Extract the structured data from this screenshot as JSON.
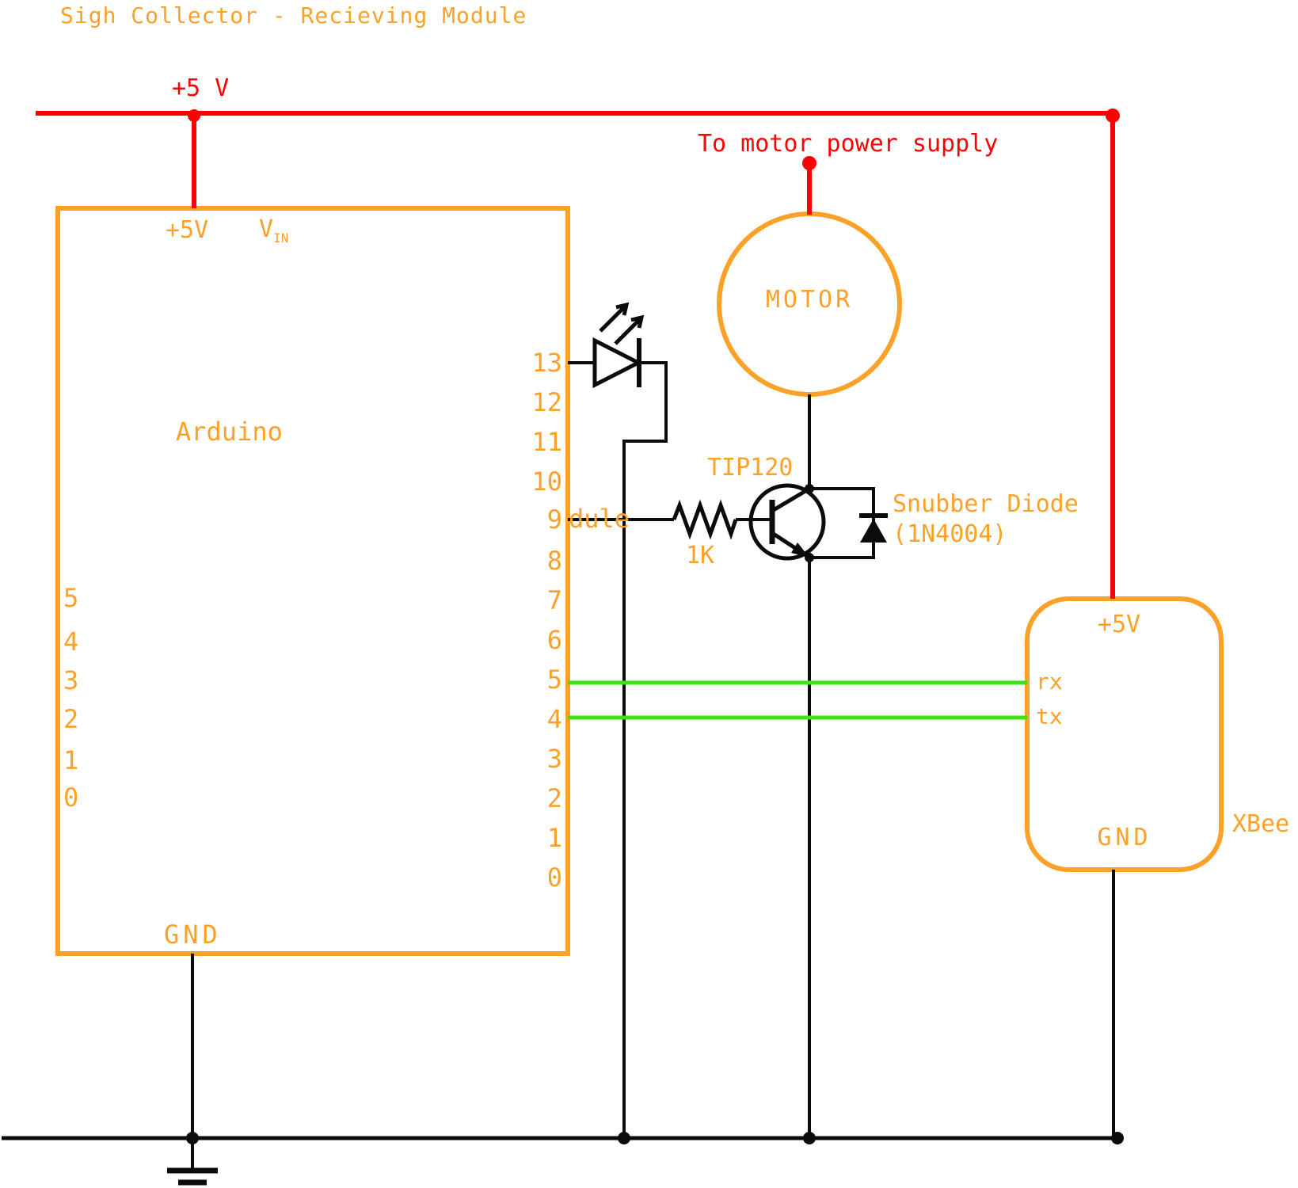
{
  "title": "Sigh Collector - Recieving Module",
  "colors": {
    "component_orange": "#FCA127",
    "power_red": "#FF0000",
    "serial_green": "#3CE211",
    "wire_black": "#0B0B0B",
    "background": "#FFFFFF"
  },
  "power": {
    "rail_label": "+5 V",
    "motor_supply_label": "To motor power supply"
  },
  "arduino": {
    "name": "Arduino",
    "pin_5v": "+5V",
    "pin_vin_base": "V",
    "pin_vin_sub": "IN",
    "pin_gnd": "GND",
    "stray_text": "dule",
    "right_pins": [
      "13",
      "12",
      "11",
      "10",
      "9",
      "8",
      "7",
      "6",
      "5",
      "4",
      "3",
      "2",
      "1",
      "0"
    ],
    "left_pins": [
      "5",
      "4",
      "3",
      "2",
      "1",
      "0"
    ]
  },
  "motor": {
    "label": "MOTOR"
  },
  "transistor": {
    "label": "TIP120"
  },
  "resistor": {
    "label": "1K"
  },
  "diode": {
    "line1": "Snubber Diode",
    "line2": "(1N4004)"
  },
  "xbee": {
    "name": "XBee",
    "pin_5v": "+5V",
    "pin_rx": "rx",
    "pin_tx": "tx",
    "pin_gnd": "GND"
  }
}
